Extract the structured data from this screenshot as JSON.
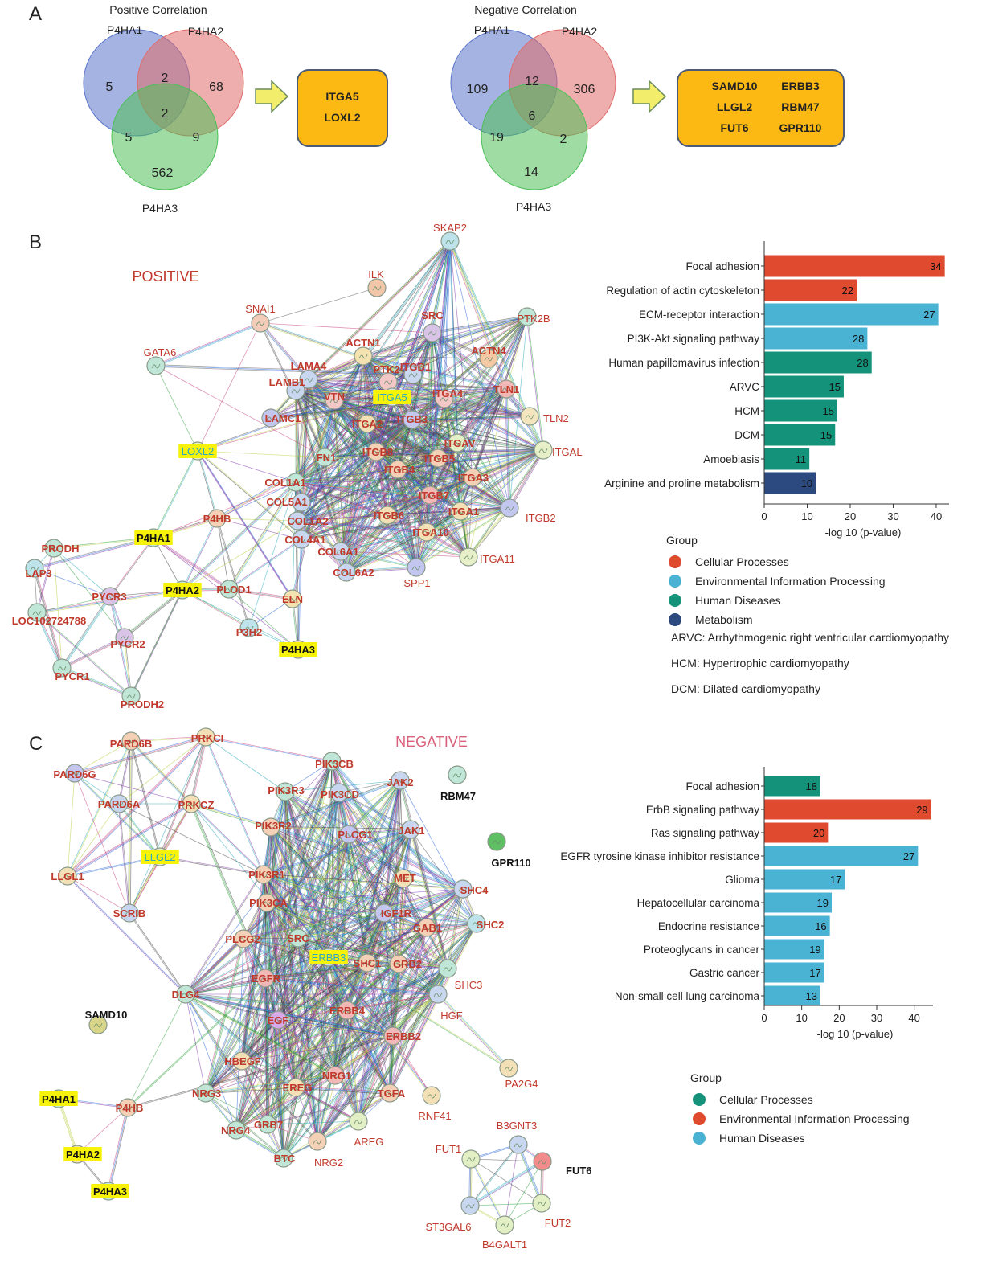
{
  "panels": {
    "a": "A",
    "b": "B",
    "c": "C"
  },
  "venn": [
    {
      "title": "Positive Correlation",
      "sets": [
        "P4HA1",
        "P4HA2",
        "P4HA3"
      ],
      "counts": {
        "a_only": "5",
        "ab": "2",
        "b_only": "68",
        "abc": "2",
        "ac": "5",
        "bc": "9",
        "c_only": "562"
      },
      "result_genes": [
        "ITGA5",
        "LOXL2"
      ]
    },
    {
      "title": "Negative Correlation",
      "sets": [
        "P4HA1",
        "P4HA2",
        "P4HA3"
      ],
      "counts": {
        "a_only": "109",
        "ab": "12",
        "b_only": "306",
        "abc": "6",
        "ac": "19",
        "bc": "2",
        "c_only": "14"
      },
      "result_genes": [
        "SAMD10",
        "ERBB3",
        "LLGL2",
        "RBM47",
        "FUT6",
        "GPR110"
      ]
    }
  ],
  "network_positive": {
    "label": "POSITIVE",
    "nodes": [
      {
        "id": "SKAP2",
        "color": "#bfe3ea",
        "label_color": "#c0392b"
      },
      {
        "id": "ILK",
        "color": "#f2c6a8",
        "label_color": "#c0392b"
      },
      {
        "id": "SNAI1",
        "color": "#f2cbb9",
        "label_color": "#c0392b"
      },
      {
        "id": "SRC",
        "color": "#d9c4e8",
        "label_color": "#c0392b"
      },
      {
        "id": "PTK2B",
        "color": "#bfe6d6",
        "label_color": "#c0392b"
      },
      {
        "id": "GATA6",
        "color": "#bfe6d6",
        "label_color": "#c0392b"
      },
      {
        "id": "ACTN1",
        "color": "#f4e2b1",
        "label_color": "#c0392b"
      },
      {
        "id": "ACTN4",
        "color": "#f6c9a5",
        "label_color": "#c0392b"
      },
      {
        "id": "LAMA4",
        "color": "#c8d7ef",
        "label_color": "#c0392b"
      },
      {
        "id": "PTK2",
        "color": "#f4c7c7",
        "label_color": "#c0392b"
      },
      {
        "id": "ITGB1",
        "color": "#c8d7ef",
        "label_color": "#c0392b"
      },
      {
        "id": "LAMB1",
        "color": "#c8d7ef",
        "label_color": "#c0392b"
      },
      {
        "id": "VTN",
        "color": "#f4c7c7",
        "label_color": "#c0392b"
      },
      {
        "id": "ITGA5",
        "color": "#d3e7f2",
        "label_color": "#2aa8c4",
        "highlight": true
      },
      {
        "id": "ITGA4",
        "color": "#f4c7c7",
        "label_color": "#c0392b"
      },
      {
        "id": "TLN1",
        "color": "#f2b8b8",
        "label_color": "#c0392b"
      },
      {
        "id": "LAMC1",
        "color": "#c3c7ef",
        "label_color": "#c0392b"
      },
      {
        "id": "ITGA2",
        "color": "#f3e0b7",
        "label_color": "#c0392b"
      },
      {
        "id": "ITGB3",
        "color": "#c3c7ef",
        "label_color": "#c0392b"
      },
      {
        "id": "TLN2",
        "color": "#f3e6bf",
        "label_color": "#c0392b"
      },
      {
        "id": "LOXL2",
        "color": "#e6f0c0",
        "label_color": "#2aa8c4",
        "highlight": true
      },
      {
        "id": "ITGAV",
        "color": "#e3efc5",
        "label_color": "#c0392b"
      },
      {
        "id": "ITGAL",
        "color": "#e6efc7",
        "label_color": "#c0392b"
      },
      {
        "id": "FN1",
        "color": "#bfe6d6",
        "label_color": "#c0392b"
      },
      {
        "id": "ITGB8",
        "color": "#f3d0b6",
        "label_color": "#c0392b"
      },
      {
        "id": "ITGB4",
        "color": "#f3d0b6",
        "label_color": "#c0392b"
      },
      {
        "id": "ITGB5",
        "color": "#f3d0b6",
        "label_color": "#c0392b"
      },
      {
        "id": "COL1A1",
        "color": "#bfe6d6",
        "label_color": "#c0392b"
      },
      {
        "id": "ITGA3",
        "color": "#f3d0b6",
        "label_color": "#c0392b"
      },
      {
        "id": "COL5A1",
        "color": "#c8d7ef",
        "label_color": "#c0392b"
      },
      {
        "id": "ITGB7",
        "color": "#f2b8b8",
        "label_color": "#c0392b"
      },
      {
        "id": "ITGB2",
        "color": "#c3c7ef",
        "label_color": "#c0392b"
      },
      {
        "id": "P4HB",
        "color": "#f3d0b6",
        "label_color": "#c0392b"
      },
      {
        "id": "ITGB6",
        "color": "#f3e0b7",
        "label_color": "#c0392b"
      },
      {
        "id": "ITGA1",
        "color": "#f3e0b7",
        "label_color": "#c0392b"
      },
      {
        "id": "COL1A2",
        "color": "#c8d7ef",
        "label_color": "#c0392b"
      },
      {
        "id": "P4HA1",
        "color": "#bfe6d6",
        "label_color": "#111111",
        "highlight": true
      },
      {
        "id": "COL4A1",
        "color": "#c8d7ef",
        "label_color": "#c0392b"
      },
      {
        "id": "ITGA10",
        "color": "#f3e0b7",
        "label_color": "#c0392b"
      },
      {
        "id": "PRODH",
        "color": "#bfe6d6",
        "label_color": "#c0392b"
      },
      {
        "id": "COL6A1",
        "color": "#c8d7ef",
        "label_color": "#c0392b"
      },
      {
        "id": "ITGA11",
        "color": "#e6efc7",
        "label_color": "#c0392b"
      },
      {
        "id": "LAP3",
        "color": "#bfe3ea",
        "label_color": "#c0392b"
      },
      {
        "id": "COL6A2",
        "color": "#c8d7ef",
        "label_color": "#c0392b"
      },
      {
        "id": "SPP1",
        "color": "#c3c7ef",
        "label_color": "#c0392b"
      },
      {
        "id": "P4HA2",
        "color": "#bfe6d6",
        "label_color": "#111111",
        "highlight": true
      },
      {
        "id": "PLOD1",
        "color": "#bfe6d6",
        "label_color": "#c0392b"
      },
      {
        "id": "PYCR3",
        "color": "#d9c4e8",
        "label_color": "#c0392b"
      },
      {
        "id": "ELN",
        "color": "#f4e2b1",
        "label_color": "#c0392b"
      },
      {
        "id": "LOC102724788",
        "color": "#bfe6d6",
        "label_color": "#c0392b"
      },
      {
        "id": "P3H2",
        "color": "#bfe3ea",
        "label_color": "#c0392b"
      },
      {
        "id": "PYCR2",
        "color": "#d9c4e8",
        "label_color": "#c0392b"
      },
      {
        "id": "P4HA3",
        "color": "#f3d0b6",
        "label_color": "#111111",
        "highlight": true
      },
      {
        "id": "PYCR1",
        "color": "#bfe6d6",
        "label_color": "#c0392b"
      },
      {
        "id": "PRODH2",
        "color": "#bfe6d6",
        "label_color": "#c0392b"
      }
    ]
  },
  "network_negative": {
    "label": "NEGATIVE",
    "nodes": [
      {
        "id": "PARD6B",
        "color": "#f3d0b6",
        "label_color": "#c0392b"
      },
      {
        "id": "PRKCI",
        "color": "#f3e0b7",
        "label_color": "#c0392b"
      },
      {
        "id": "PIK3CB",
        "color": "#bfe6d6",
        "label_color": "#c0392b"
      },
      {
        "id": "RBM47",
        "color": "#bfe6d6",
        "label_color": "#111111"
      },
      {
        "id": "PARD6G",
        "color": "#c3c7ef",
        "label_color": "#c0392b"
      },
      {
        "id": "PIK3R3",
        "color": "#bfe6d6",
        "label_color": "#c0392b"
      },
      {
        "id": "PIK3CD",
        "color": "#c8d7ef",
        "label_color": "#c0392b"
      },
      {
        "id": "JAK2",
        "color": "#c8d7ef",
        "label_color": "#c0392b"
      },
      {
        "id": "PARD6A",
        "color": "#c8d7ef",
        "label_color": "#c0392b"
      },
      {
        "id": "PRKCZ",
        "color": "#f3e0b7",
        "label_color": "#c0392b"
      },
      {
        "id": "GPR110",
        "color": "#5fbf63",
        "label_color": "#111111"
      },
      {
        "id": "PIK3R2",
        "color": "#f3d0b6",
        "label_color": "#c0392b"
      },
      {
        "id": "PLCG1",
        "color": "#c3c7ef",
        "label_color": "#c0392b"
      },
      {
        "id": "JAK1",
        "color": "#c8d7ef",
        "label_color": "#c0392b"
      },
      {
        "id": "LLGL2",
        "color": "#e3efc5",
        "label_color": "#2aa8c4",
        "highlight": true
      },
      {
        "id": "LLGL1",
        "color": "#f3e0b7",
        "label_color": "#c0392b"
      },
      {
        "id": "PIK3R1",
        "color": "#f3d0b6",
        "label_color": "#c0392b"
      },
      {
        "id": "MET",
        "color": "#f3e0b7",
        "label_color": "#c0392b"
      },
      {
        "id": "SHC4",
        "color": "#c8d7ef",
        "label_color": "#c0392b"
      },
      {
        "id": "PIK3CA",
        "color": "#f3d0b6",
        "label_color": "#c0392b"
      },
      {
        "id": "IGF1R",
        "color": "#c3c7ef",
        "label_color": "#c0392b"
      },
      {
        "id": "SCRIB",
        "color": "#c8d7ef",
        "label_color": "#c0392b"
      },
      {
        "id": "GAB1",
        "color": "#f3d0b6",
        "label_color": "#c0392b"
      },
      {
        "id": "SHC2",
        "color": "#bfe3ea",
        "label_color": "#c0392b"
      },
      {
        "id": "PLCG2",
        "color": "#f3d0b6",
        "label_color": "#c0392b"
      },
      {
        "id": "SRC",
        "color": "#bfe6d6",
        "label_color": "#c0392b"
      },
      {
        "id": "ERBB3",
        "color": "#c8d7ef",
        "label_color": "#2aa8c4",
        "highlight": true
      },
      {
        "id": "SHC1",
        "color": "#f3d0b6",
        "label_color": "#c0392b"
      },
      {
        "id": "GRB2",
        "color": "#f3d0b6",
        "label_color": "#c0392b"
      },
      {
        "id": "SHC3",
        "color": "#bfe6d6",
        "label_color": "#c0392b"
      },
      {
        "id": "EGFR",
        "color": "#f2b8b8",
        "label_color": "#c0392b"
      },
      {
        "id": "DLG4",
        "color": "#bfe6d6",
        "label_color": "#c0392b"
      },
      {
        "id": "SAMD10",
        "color": "#d9d68a",
        "label_color": "#111111"
      },
      {
        "id": "HGF",
        "color": "#c8d7ef",
        "label_color": "#c0392b"
      },
      {
        "id": "ERBB4",
        "color": "#f2b8b8",
        "label_color": "#c0392b"
      },
      {
        "id": "EGF",
        "color": "#d5a8e8",
        "label_color": "#c0392b"
      },
      {
        "id": "ERBB2",
        "color": "#f2b8b8",
        "label_color": "#c0392b"
      },
      {
        "id": "HBEGF",
        "color": "#f3e0b7",
        "label_color": "#c0392b"
      },
      {
        "id": "PA2G4",
        "color": "#f3e0b7",
        "label_color": "#c0392b"
      },
      {
        "id": "NRG1",
        "color": "#f2b8b8",
        "label_color": "#c0392b"
      },
      {
        "id": "EREG",
        "color": "#f3e0b7",
        "label_color": "#c0392b"
      },
      {
        "id": "TGFA",
        "color": "#f3d0b6",
        "label_color": "#c0392b"
      },
      {
        "id": "NRG3",
        "color": "#bfe6d6",
        "label_color": "#c0392b"
      },
      {
        "id": "P4HA1",
        "color": "#bfe6d6",
        "label_color": "#111111",
        "highlight": true
      },
      {
        "id": "P4HB",
        "color": "#f3d0b6",
        "label_color": "#c0392b"
      },
      {
        "id": "RNF41",
        "color": "#f3e0b7",
        "label_color": "#c0392b"
      },
      {
        "id": "GRB7",
        "color": "#bfe6d6",
        "label_color": "#c0392b"
      },
      {
        "id": "B3GNT3",
        "color": "#c8d7ef",
        "label_color": "#c0392b"
      },
      {
        "id": "AREG",
        "color": "#e3efc5",
        "label_color": "#c0392b"
      },
      {
        "id": "NRG4",
        "color": "#bfe6d6",
        "label_color": "#c0392b"
      },
      {
        "id": "FUT1",
        "color": "#e3efc5",
        "label_color": "#c0392b"
      },
      {
        "id": "P4HA2",
        "color": "#f3e0b7",
        "label_color": "#111111",
        "highlight": true
      },
      {
        "id": "BTC",
        "color": "#bfe6d6",
        "label_color": "#c0392b"
      },
      {
        "id": "NRG2",
        "color": "#f3d0b6",
        "label_color": "#c0392b"
      },
      {
        "id": "FUT6",
        "color": "#f28b8b",
        "label_color": "#111111"
      },
      {
        "id": "P4HA3",
        "color": "#bfe3ea",
        "label_color": "#111111",
        "highlight": true
      },
      {
        "id": "FUT2",
        "color": "#e3efc5",
        "label_color": "#c0392b"
      },
      {
        "id": "ST3GAL6",
        "color": "#c8d7ef",
        "label_color": "#c0392b"
      },
      {
        "id": "B4GALT1",
        "color": "#e3efc5",
        "label_color": "#c0392b"
      }
    ]
  },
  "chart_data": [
    {
      "type": "bar",
      "orientation": "horizontal",
      "categories": [
        "Focal adhesion",
        "Regulation of actin cytoskeleton",
        "ECM-receptor interaction",
        "PI3K-Akt signaling pathway",
        "Human papillomavirus infection",
        "ARVC",
        "HCM",
        "DCM",
        "Amoebiasis",
        "Arginine and proline metabolism"
      ],
      "values": [
        42,
        21.5,
        40.5,
        24,
        25,
        18.5,
        17,
        16.5,
        10.5,
        12
      ],
      "data_labels": [
        "34",
        "22",
        "27",
        "28",
        "28",
        "15",
        "15",
        "15",
        "11",
        "10"
      ],
      "groups": [
        "Cellular Processes",
        "Cellular Processes",
        "Environmental Information Processing",
        "Environmental Information Processing",
        "Human Diseases",
        "Human Diseases",
        "Human Diseases",
        "Human Diseases",
        "Human Diseases",
        "Metabolism"
      ],
      "xlabel": "-log 10 (p-value)",
      "xlim": [
        0,
        43
      ],
      "xticks": [
        0,
        10,
        20,
        30,
        40
      ],
      "legend_title": "Group",
      "legend": [
        {
          "name": "Cellular Processes",
          "color": "#e04a2f"
        },
        {
          "name": "Environmental Information Processing",
          "color": "#4ab3d3"
        },
        {
          "name": "Human Diseases",
          "color": "#14937a"
        },
        {
          "name": "Metabolism",
          "color": "#2d4a80"
        }
      ],
      "notes": [
        "ARVC: Arrhythmogenic right ventricular cardiomyopathy",
        "HCM: Hypertrophic cardiomyopathy",
        "DCM: Dilated cardiomyopathy"
      ]
    },
    {
      "type": "bar",
      "orientation": "horizontal",
      "categories": [
        "Focal adhesion",
        "ErbB signaling pathway",
        "Ras signaling pathway",
        "EGFR tyrosine kinase inhibitor resistance",
        "Glioma",
        "Hepatocellular carcinoma",
        "Endocrine resistance",
        "Proteoglycans in cancer",
        "Gastric cancer",
        "Non-small cell lung carcinoma"
      ],
      "values": [
        15,
        44.5,
        17,
        41,
        21.5,
        18,
        17.5,
        16,
        16,
        15
      ],
      "data_labels": [
        "18",
        "29",
        "20",
        "27",
        "17",
        "19",
        "16",
        "19",
        "17",
        "13"
      ],
      "groups": [
        "Cellular Processes",
        "Environmental Information Processing",
        "Environmental Information Processing",
        "Human Diseases",
        "Human Diseases",
        "Human Diseases",
        "Human Diseases",
        "Human Diseases",
        "Human Diseases",
        "Human Diseases"
      ],
      "xlabel": "-log 10 (p-value)",
      "xlim": [
        0,
        45
      ],
      "xticks": [
        0,
        10,
        20,
        30,
        40
      ],
      "legend_title": "Group",
      "legend": [
        {
          "name": "Cellular Processes",
          "color": "#14937a"
        },
        {
          "name": "Environmental Information Processing",
          "color": "#e04a2f"
        },
        {
          "name": "Human Diseases",
          "color": "#4ab3d3"
        }
      ]
    }
  ]
}
